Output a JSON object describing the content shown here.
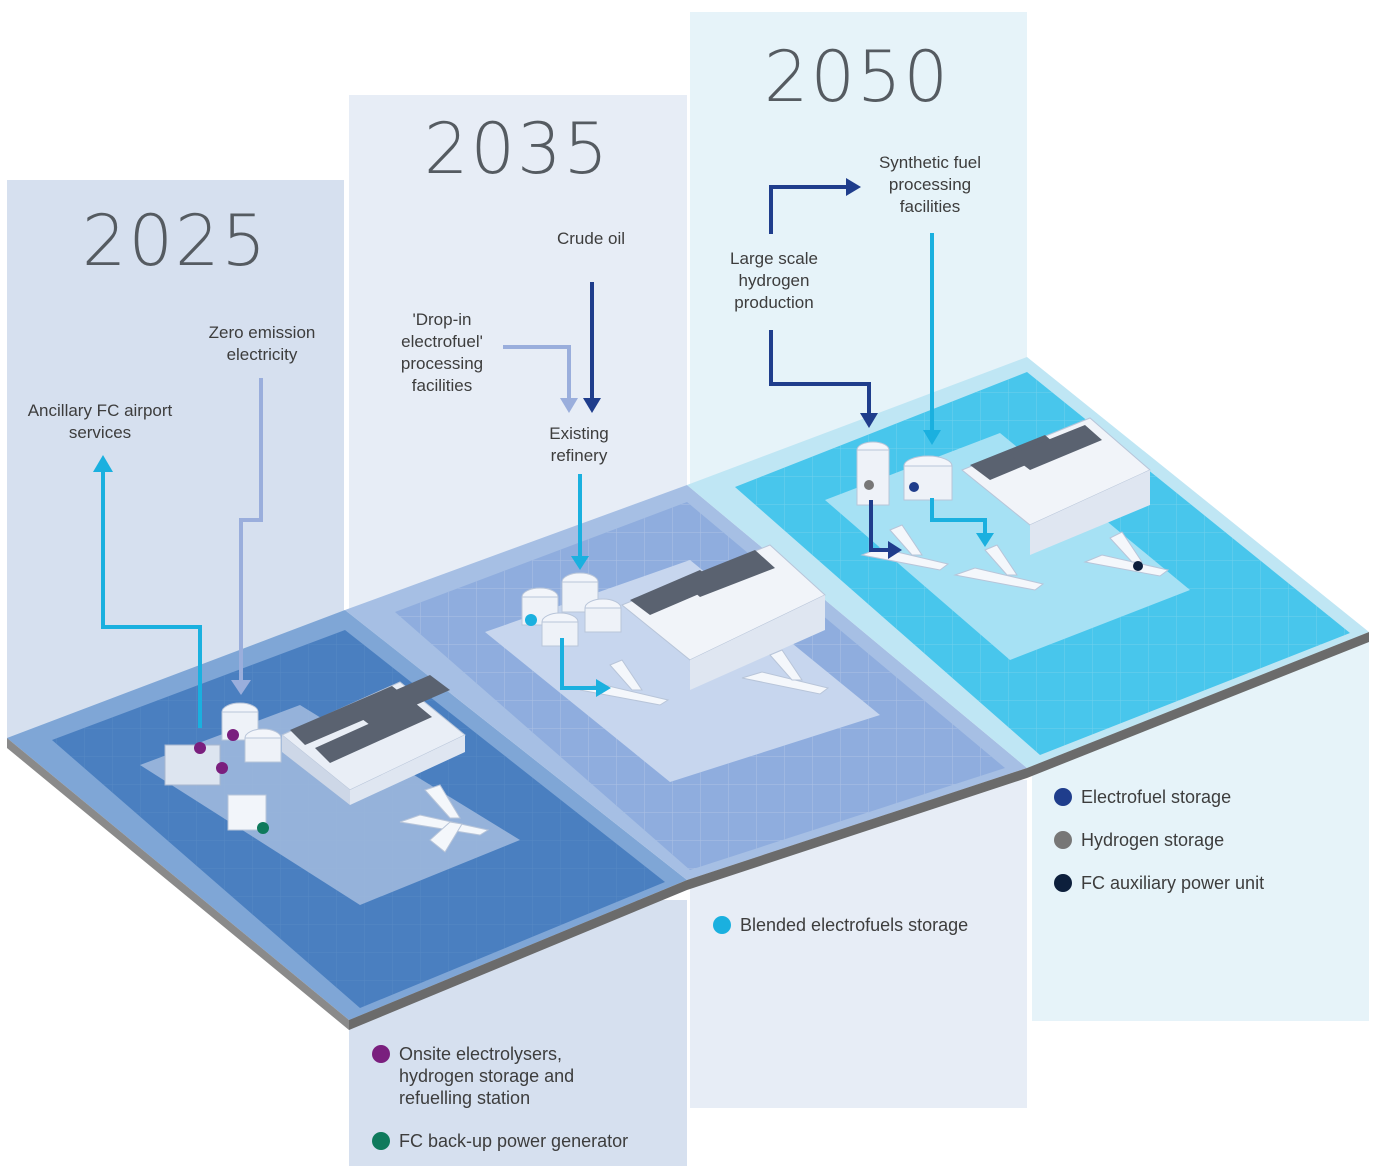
{
  "colors": {
    "purple": "#7a1f7e",
    "green": "#0f7a5c",
    "cyan": "#1ab0df",
    "navy": "#1f3d8c",
    "grey": "#777777",
    "black_navy": "#0d1f3c",
    "light_arrow": "#9aaedc",
    "dark_arrow": "#1f3d8c",
    "cyan_arrow": "#1ab0df"
  },
  "panel_2025": {
    "year": "2025",
    "labels": {
      "ancillary": "Ancillary FC airport services",
      "zero_emission": "Zero emission electricity"
    },
    "legend": [
      {
        "text": "Onsite electrolysers, hydrogen storage and refuelling station",
        "color": "#7a1f7e"
      },
      {
        "text": "FC back-up power generator",
        "color": "#0f7a5c"
      }
    ]
  },
  "panel_2035": {
    "year": "2035",
    "labels": {
      "crude_oil": "Crude oil",
      "drop_in": "'Drop-in electrofuel' processing facilities",
      "refinery": "Existing refinery"
    },
    "legend": [
      {
        "text": "Blended electrofuels storage",
        "color": "#1ab0df"
      }
    ]
  },
  "panel_2050": {
    "year": "2050",
    "labels": {
      "synthetic": "Synthetic fuel processing facilities",
      "hydrogen": "Large scale hydrogen production"
    },
    "legend": [
      {
        "text": "Electrofuel storage",
        "color": "#1f3d8c"
      },
      {
        "text": "Hydrogen storage",
        "color": "#777777"
      },
      {
        "text": "FC auxiliary power unit",
        "color": "#0d1f3c"
      }
    ]
  }
}
